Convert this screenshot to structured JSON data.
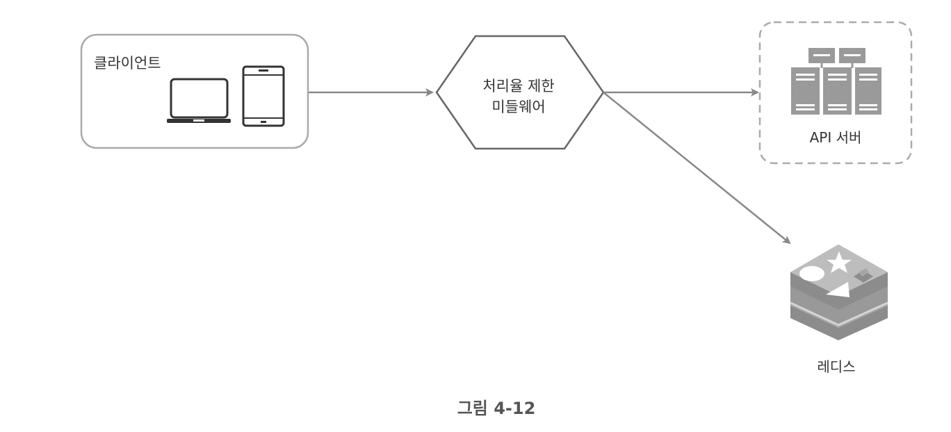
{
  "nodes": {
    "client": {
      "label": "클라이언트"
    },
    "middleware": {
      "label_line1": "처리율 제한",
      "label_line2": "미들웨어"
    },
    "api_server": {
      "label": "API 서버"
    },
    "redis": {
      "label": "레디스"
    }
  },
  "caption": "그림 4-12",
  "colors": {
    "stroke": "#888888",
    "server_fill": "#9a9a9a",
    "redis_top": "#bdbdbd",
    "redis_side": "#8c8c8c",
    "text": "#333333"
  },
  "icons": [
    "laptop-icon",
    "tablet-icon",
    "server-rack-icon",
    "redis-icon"
  ]
}
